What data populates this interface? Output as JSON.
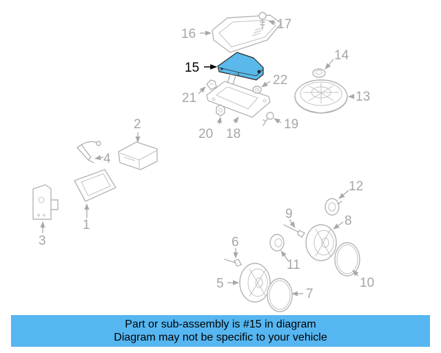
{
  "diagram": {
    "highlighted_part": "15",
    "callouts": [
      {
        "id": "1",
        "label": "1"
      },
      {
        "id": "2",
        "label": "2"
      },
      {
        "id": "3",
        "label": "3"
      },
      {
        "id": "4",
        "label": "4"
      },
      {
        "id": "5",
        "label": "5"
      },
      {
        "id": "6",
        "label": "6"
      },
      {
        "id": "7",
        "label": "7"
      },
      {
        "id": "8",
        "label": "8"
      },
      {
        "id": "9",
        "label": "9"
      },
      {
        "id": "10",
        "label": "10"
      },
      {
        "id": "11",
        "label": "11"
      },
      {
        "id": "12",
        "label": "12"
      },
      {
        "id": "13",
        "label": "13"
      },
      {
        "id": "14",
        "label": "14"
      },
      {
        "id": "15",
        "label": "15"
      },
      {
        "id": "16",
        "label": "16"
      },
      {
        "id": "17",
        "label": "17"
      },
      {
        "id": "18",
        "label": "18"
      },
      {
        "id": "19",
        "label": "19"
      },
      {
        "id": "20",
        "label": "20"
      },
      {
        "id": "21",
        "label": "21"
      },
      {
        "id": "22",
        "label": "22"
      }
    ]
  },
  "banner": {
    "line1": "Part or sub-assembly is #15 in diagram",
    "line2": "Diagram may not be specific to your vehicle",
    "color": "#56b6f1"
  },
  "colors": {
    "highlight_fill": "#5ab9ea",
    "line_art": "#b4b4b4"
  }
}
